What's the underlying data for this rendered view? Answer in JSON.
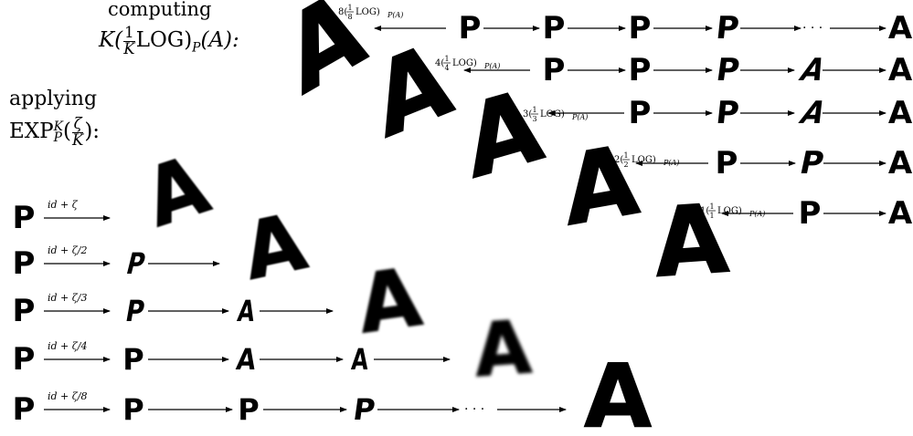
{
  "labels": {
    "computing": "computing",
    "computing_formula": {
      "prefix": "K(",
      "num": "1",
      "den": "K",
      "mid": "LOG)",
      "sub": "P",
      "suffix": "(A):"
    },
    "applying": "applying",
    "applying_formula": {
      "prefix": "EXP",
      "sup": "K",
      "sub": "P",
      "open": "(",
      "num": "ζ",
      "den": "K",
      "close": "):"
    }
  },
  "glyphs": {
    "p": "P",
    "a": "A",
    "dots": "· · ·"
  },
  "log_labels": [
    {
      "k": "8",
      "num": "1",
      "den": "8",
      "rest": "LOG)",
      "sub": "P(A)"
    },
    {
      "k": "4",
      "num": "1",
      "den": "4",
      "rest": "LOG)",
      "sub": "P(A)"
    },
    {
      "k": "3",
      "num": "1",
      "den": "3",
      "rest": "LOG)",
      "sub": "P(A)"
    },
    {
      "k": "2",
      "num": "1",
      "den": "2",
      "rest": "LOG)",
      "sub": "P(A)"
    },
    {
      "k": "1",
      "num": "1",
      "den": "1",
      "rest": "LOG)",
      "sub": "P(A)"
    }
  ],
  "exp_labels": [
    "id + ζ",
    "id + ζ/2",
    "id + ζ/3",
    "id + ζ/4",
    "id + ζ/8"
  ],
  "colors": {
    "ink": "#000000",
    "background": "#ffffff"
  }
}
